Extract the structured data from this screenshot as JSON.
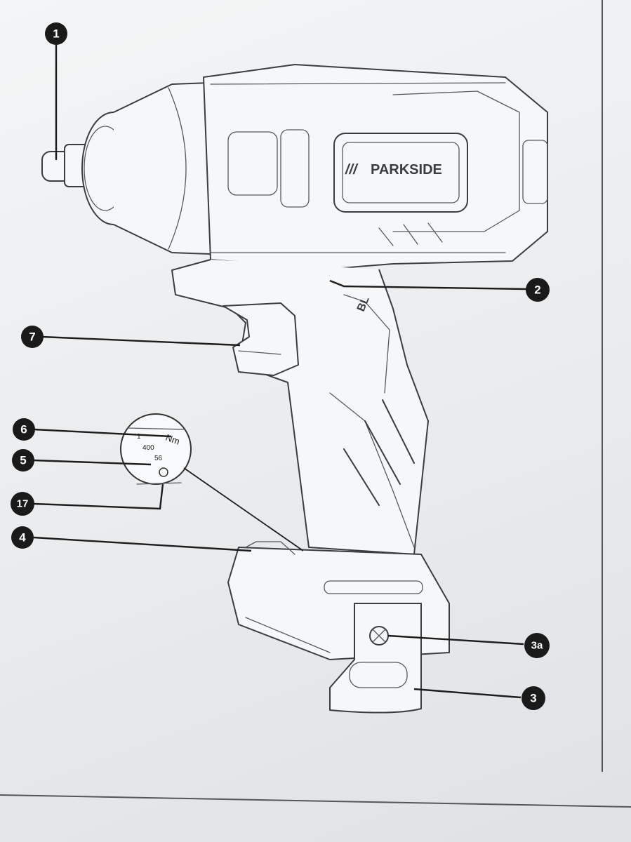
{
  "brand": {
    "mark": "///",
    "name": "PARKSIDE"
  },
  "motor_label": "BL",
  "dial": {
    "unit": "Nm",
    "value_main": "400",
    "value_small": "56",
    "value_top": "1"
  },
  "callouts": {
    "c1": "1",
    "c2": "2",
    "c3": "3",
    "c3a": "3a",
    "c4": "4",
    "c5": "5",
    "c6": "6",
    "c7": "7",
    "c17": "17"
  }
}
